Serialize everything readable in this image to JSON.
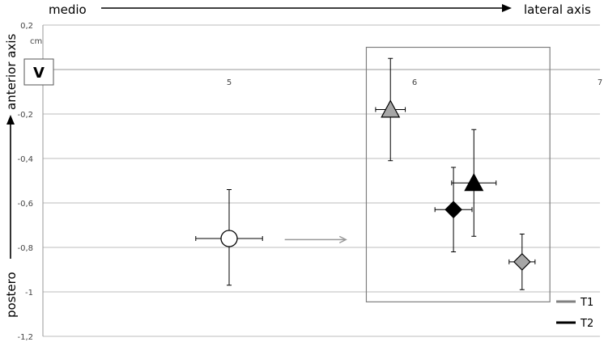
{
  "chart_data": {
    "type": "scatter",
    "panel_label": "V",
    "x_axis_label_left": "medio",
    "x_axis_label_right": "lateral  axis",
    "y_axis_label_top": "anterior axis",
    "y_axis_label_bottom": "postero",
    "y_unit": "cm",
    "xlim": [
      4,
      7
    ],
    "ylim": [
      -1.2,
      0.2
    ],
    "x_ticks": [
      "5",
      "6",
      "7"
    ],
    "y_ticks": [
      "0,2",
      "-0,2",
      "-0,4",
      "-0,6",
      "-0,8",
      "-1",
      "-1,2"
    ],
    "points": [
      {
        "marker": "circle",
        "fill": "#ffffff",
        "x": 5.0,
        "y": -0.76,
        "x_err": 0.18,
        "y_err_up": 0.22,
        "y_err_down": 0.21
      },
      {
        "marker": "triangle",
        "fill": "#a6a6a6",
        "x": 5.87,
        "y": -0.18,
        "x_err": 0.08,
        "y_err_up": 0.23,
        "y_err_down": 0.23
      },
      {
        "marker": "triangle",
        "fill": "#000000",
        "x": 6.32,
        "y": -0.51,
        "x_err": 0.12,
        "y_err_up": 0.24,
        "y_err_down": 0.24
      },
      {
        "marker": "diamond",
        "fill": "#000000",
        "x": 6.21,
        "y": -0.63,
        "x_err": 0.1,
        "y_err_up": 0.19,
        "y_err_down": 0.19
      },
      {
        "marker": "diamond",
        "fill": "#a6a6a6",
        "x": 6.58,
        "y": -0.865,
        "x_err": 0.07,
        "y_err_up": 0.125,
        "y_err_down": 0.125
      }
    ],
    "arrow": {
      "from": [
        5.3,
        -0.765
      ],
      "to": [
        5.63,
        -0.765
      ],
      "color": "#999999"
    },
    "highlight_box": {
      "x": [
        5.74,
        6.73
      ],
      "y": [
        -1.045,
        0.1
      ]
    },
    "legend": [
      {
        "label": "T1",
        "color": "#808080"
      },
      {
        "label": "T2",
        "color": "#000000"
      }
    ],
    "grid": true,
    "legend_position": "bottom-right"
  }
}
